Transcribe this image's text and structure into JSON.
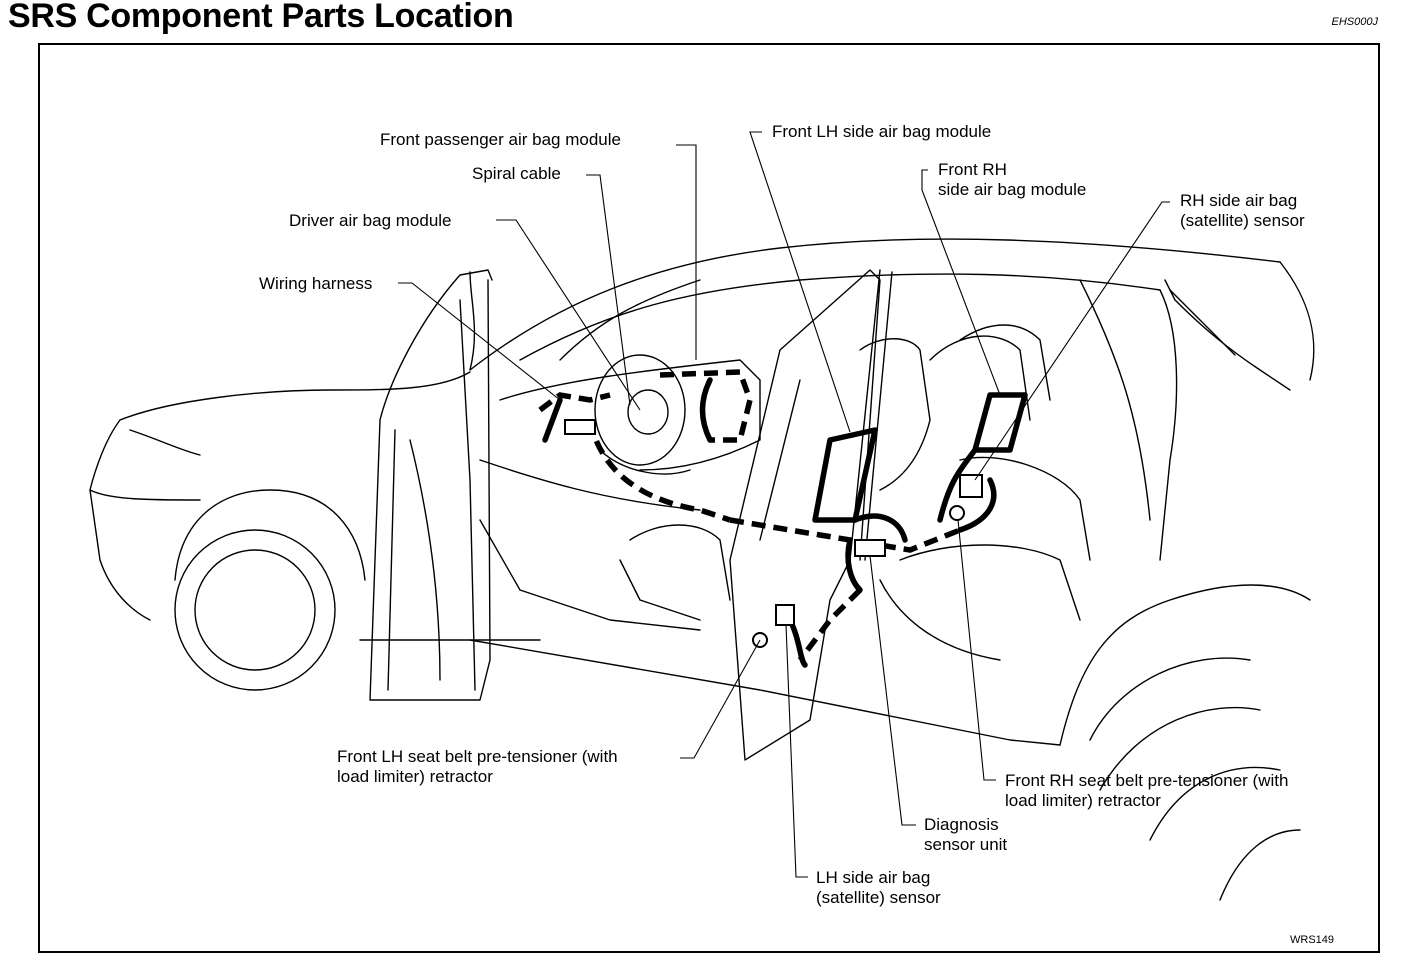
{
  "header": {
    "title": "SRS Component Parts Location",
    "doc_code": "EHS000J"
  },
  "diagram": {
    "figure_code": "WRS149",
    "labels": {
      "front_passenger_air_bag_module": "Front passenger air bag module",
      "spiral_cable": "Spiral cable",
      "driver_air_bag_module": "Driver air bag module",
      "wiring_harness": "Wiring harness",
      "front_lh_side_air_bag_module": "Front LH side air bag module",
      "front_rh_side_air_bag_module": [
        "Front RH",
        "side air bag module"
      ],
      "rh_side_air_bag_sensor": [
        "RH side air bag",
        "(satellite) sensor"
      ],
      "front_lh_seat_belt_pretensioner": [
        "Front LH seat belt pre-tensioner (with",
        "load limiter) retractor"
      ],
      "front_rh_seat_belt_pretensioner": [
        "Front RH seat belt pre-tensioner (with",
        "load limiter) retractor"
      ],
      "diagnosis_sensor_unit": [
        "Diagnosis",
        "sensor unit"
      ],
      "lh_side_air_bag_sensor": [
        "LH side air bag",
        "(satellite) sensor"
      ]
    },
    "icons": {
      "vehicle": "car-cutaway-illustration",
      "harness": "dashed-harness-route"
    }
  }
}
